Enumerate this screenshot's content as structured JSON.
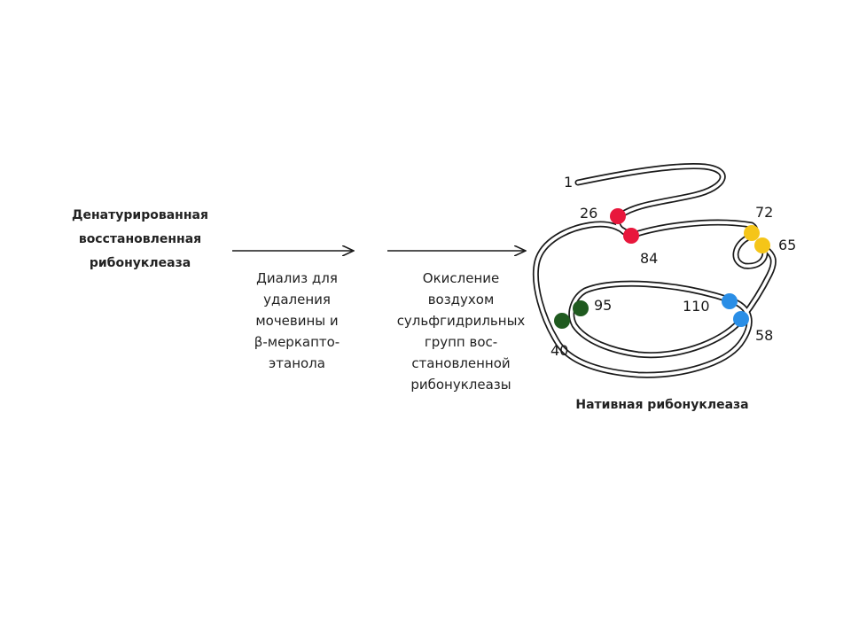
{
  "start": {
    "lines": [
      "Денатурированная",
      "восстановленная",
      "рибонуклеаза"
    ]
  },
  "step1": {
    "lines": [
      "Диализ для",
      "удаления",
      "мочевины и",
      "β-меркапто-",
      "этанола"
    ]
  },
  "step2": {
    "lines": [
      "Окисление",
      "воздухом",
      "сульфгидрильных",
      "групп вос-",
      "становленной",
      "рибонуклеазы"
    ]
  },
  "result": {
    "label": "Нативная рибонуклеаза"
  },
  "residues": {
    "r1": "1",
    "r26": "26",
    "r84": "84",
    "r72": "72",
    "r65": "65",
    "r95": "95",
    "r40": "40",
    "r110": "110",
    "r58": "58"
  },
  "colors": {
    "bond_26_84": "#e8173c",
    "bond_65_72": "#f5c518",
    "bond_40_95": "#1f5a1f",
    "bond_58_110": "#2a8ee6",
    "chain": "#1a1a1a"
  }
}
